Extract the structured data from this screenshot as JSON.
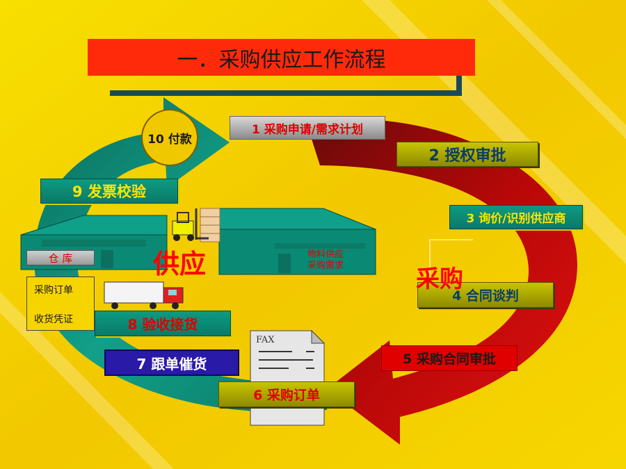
{
  "title": "一．采购供应工作流程",
  "steps": {
    "s1": "1 采购申请/需求计划",
    "s2": "2 授权审批",
    "s3": "3 询价/识别供应商",
    "s4": "4 合同谈判",
    "s5": "5 采购合同审批",
    "s6": "6 采购订单",
    "s7": "7 跟单催货",
    "s8": "8 验收接货",
    "s9": "9 发票校验",
    "s10": "10 付款"
  },
  "labels": {
    "warehouse": "仓 库",
    "supply_note": "物料供应\n采购需求",
    "supply_big": "供应",
    "purchase_big": "采购",
    "doc_line1": "采购订单",
    "doc_line2": "收货凭证",
    "fax": "FAX"
  },
  "colors": {
    "background": "#f5d400",
    "red_arrow": "#c00000",
    "teal_arrow": "#0c8a74",
    "title_bg": "#ff2a0a"
  }
}
